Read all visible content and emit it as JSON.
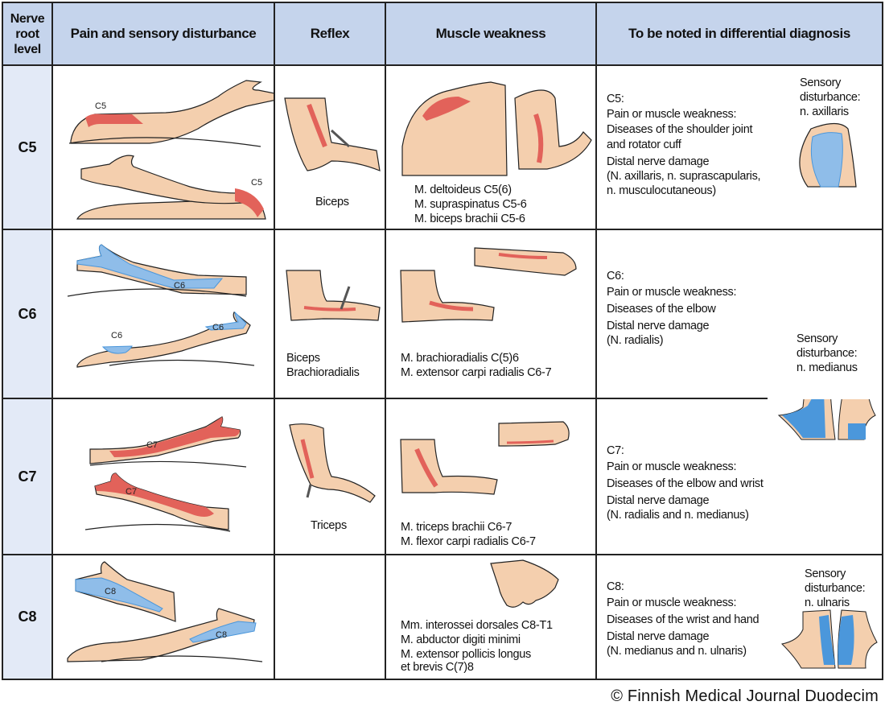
{
  "headers": {
    "level": "Nerve root level",
    "level_lines": [
      "Nerve",
      "root",
      "level"
    ],
    "pain": "Pain and sensory disturbance",
    "reflex": "Reflex",
    "muscle": "Muscle weakness",
    "differential": "To be noted in differential diagnosis"
  },
  "colors": {
    "header_bg": "#c5d4ec",
    "level_bg": "#e3eaf7",
    "skin": "#f4cfae",
    "pain_red": "#e2625a",
    "sensory_blue": "#8fbde9",
    "sensory_blue_dark": "#4b97db"
  },
  "rows": [
    {
      "level": "C5",
      "pain_labels": [
        "C5",
        "C5"
      ],
      "reflex": [
        "Biceps"
      ],
      "muscles": [
        "M. deltoideus C5(6)",
        "M. supraspinatus C5-6",
        "M. biceps brachii C5-6"
      ],
      "differential": [
        "C5:",
        "Pain or muscle weakness:",
        "Diseases of the shoulder joint",
        "and rotator cuff",
        "Distal nerve damage",
        "(N. axillaris, n. suprascapularis,",
        "n. musculocutaneous)"
      ],
      "sensory": [
        "Sensory",
        "disturbance:",
        "n. axillaris"
      ]
    },
    {
      "level": "C6",
      "pain_labels": [
        "C6",
        "C6",
        "C6"
      ],
      "reflex": [
        "Biceps",
        "Brachioradialis"
      ],
      "muscles": [
        "M. brachioradialis C(5)6",
        "M. extensor carpi radialis C6-7"
      ],
      "differential": [
        "C6:",
        "Pain or muscle weakness:",
        "Diseases of the elbow",
        "Distal nerve damage",
        "(N. radialis)"
      ],
      "sensory": [
        "Sensory",
        "disturbance:",
        "n. medianus"
      ]
    },
    {
      "level": "C7",
      "pain_labels": [
        "C7",
        "C7"
      ],
      "reflex": [
        "Triceps"
      ],
      "muscles": [
        "M. triceps brachii C6-7",
        "M. flexor carpi radialis C6-7"
      ],
      "differential": [
        "C7:",
        "Pain or muscle weakness:",
        "Diseases of the elbow and wrist",
        "Distal nerve damage",
        "(N. radialis and n. medianus)"
      ]
    },
    {
      "level": "C8",
      "pain_labels": [
        "C8",
        "C8"
      ],
      "reflex": [],
      "muscles": [
        "Mm. interossei dorsales C8-T1",
        "M. abductor digiti minimi",
        "M. extensor pollicis longus",
        "et brevis C(7)8"
      ],
      "differential": [
        "C8:",
        "Pain or muscle weakness:",
        "Diseases of the wrist and hand",
        "Distal nerve damage",
        "(N. medianus and n. ulnaris)"
      ],
      "sensory": [
        "Sensory",
        "disturbance:",
        "n. ulnaris"
      ]
    }
  ],
  "copyright": "© Finnish Medical Journal Duodecim"
}
